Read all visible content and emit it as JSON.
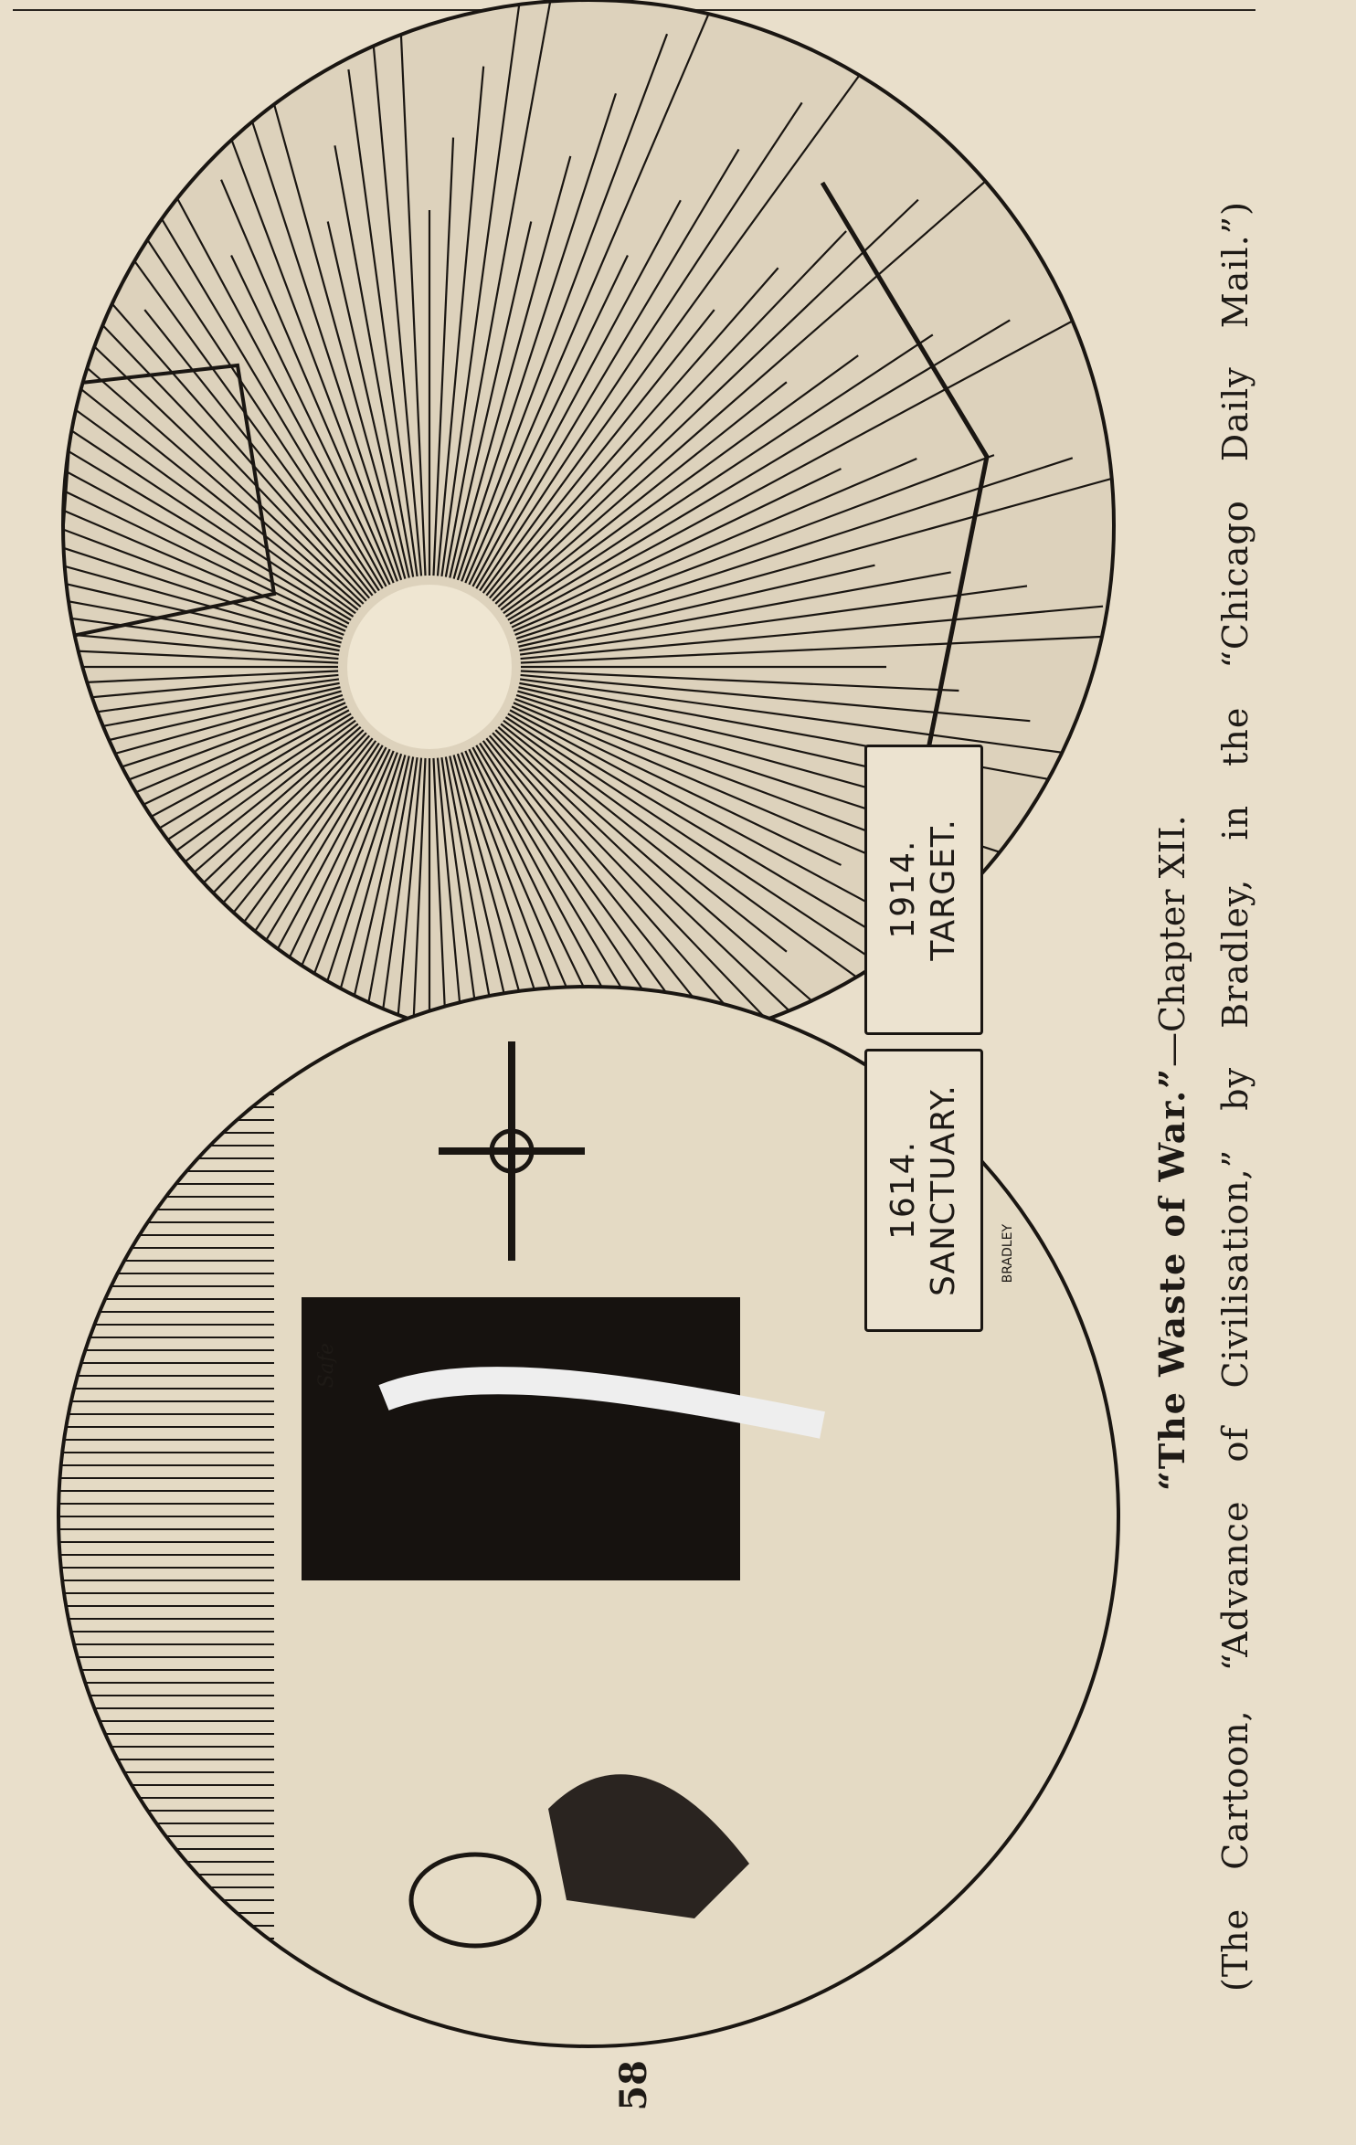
{
  "page": {
    "number": "58",
    "paper_color": "#e9dfcb",
    "ink_color": "#1e1a16"
  },
  "illustration": {
    "panels": [
      {
        "year": "1614.",
        "label": "SANCTUARY."
      },
      {
        "year": "1914.",
        "label": "TARGET."
      }
    ],
    "speech": "Safe",
    "signature": "BRADLEY"
  },
  "caption": {
    "title": "“The Waste of War.”",
    "chapter": "—Chapter XII.",
    "credit": "(The Cartoon, “Advance of Civilisation,” by Bradley, in the “Chicago Daily Mail.”)"
  }
}
